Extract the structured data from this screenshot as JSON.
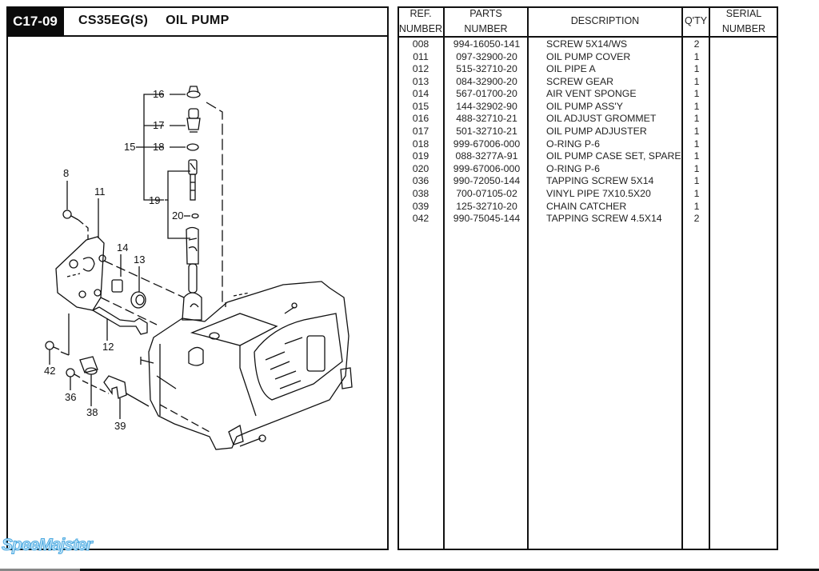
{
  "page": {
    "code": "C17-09",
    "model": "CS35EG(S)",
    "section_title": "OIL PUMP"
  },
  "diagram": {
    "callouts": [
      "8",
      "11",
      "12",
      "13",
      "14",
      "15",
      "16",
      "17",
      "18",
      "19",
      "20",
      "36",
      "38",
      "39",
      "42"
    ]
  },
  "table": {
    "headers": {
      "ref_line1": "REF.",
      "ref_line2": "NUMBER",
      "parts_line1": "PARTS",
      "parts_line2": "NUMBER",
      "description": "DESCRIPTION",
      "qty": "Q'TY",
      "serial_line1": "SERIAL",
      "serial_line2": "NUMBER"
    },
    "rows": [
      {
        "ref": "008",
        "part": "994-16050-141",
        "desc": "SCREW 5X14/WS",
        "qty": "2"
      },
      {
        "ref": "011",
        "part": "097-32900-20",
        "desc": "OIL PUMP COVER",
        "qty": "1"
      },
      {
        "ref": "012",
        "part": "515-32710-20",
        "desc": "OIL PIPE A",
        "qty": "1"
      },
      {
        "ref": "013",
        "part": "084-32900-20",
        "desc": "SCREW GEAR",
        "qty": "1"
      },
      {
        "ref": "014",
        "part": "567-01700-20",
        "desc": "AIR VENT SPONGE",
        "qty": "1"
      },
      {
        "ref": "015",
        "part": "144-32902-90",
        "desc": "OIL PUMP ASS'Y",
        "qty": "1"
      },
      {
        "ref": "016",
        "part": "488-32710-21",
        "desc": "OIL ADJUST GROMMET",
        "qty": "1"
      },
      {
        "ref": "017",
        "part": "501-32710-21",
        "desc": "OIL PUMP ADJUSTER",
        "qty": "1"
      },
      {
        "ref": "018",
        "part": "999-67006-000",
        "desc": "O-RING P-6",
        "qty": "1"
      },
      {
        "ref": "019",
        "part": "088-3277A-91",
        "desc": "OIL PUMP CASE SET, SPARE",
        "qty": "1"
      },
      {
        "ref": "020",
        "part": "999-67006-000",
        "desc": "O-RING P-6",
        "qty": "1"
      },
      {
        "ref": "036",
        "part": "990-72050-144",
        "desc": "TAPPING SCREW 5X14",
        "qty": "1"
      },
      {
        "ref": "038",
        "part": "700-07105-02",
        "desc": "VINYL PIPE  7X10.5X20",
        "qty": "1"
      },
      {
        "ref": "039",
        "part": "125-32710-20",
        "desc": "CHAIN CATCHER",
        "qty": "1"
      },
      {
        "ref": "042",
        "part": "990-75045-144",
        "desc": "TAPPING SCREW 4.5X14",
        "qty": "2"
      }
    ]
  },
  "watermark": "SpeeMajster"
}
